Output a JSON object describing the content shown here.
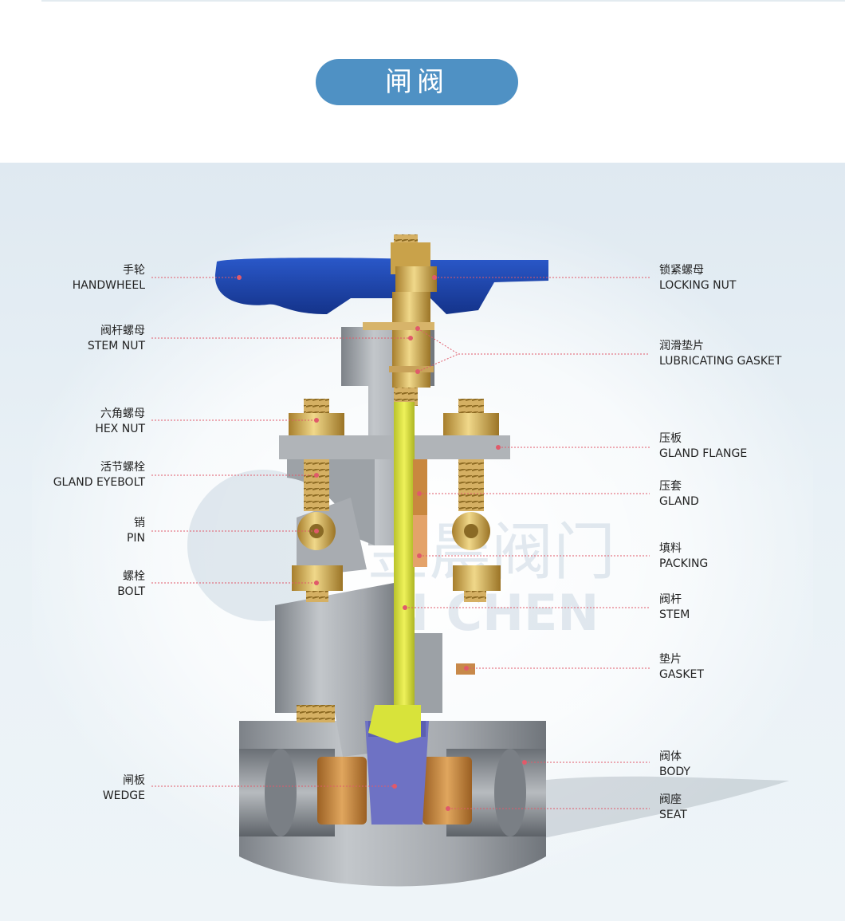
{
  "title": "闸阀",
  "labels_left": [
    {
      "cn": "手轮",
      "en": "HANDWHEEL"
    },
    {
      "cn": "阀杆螺母",
      "en": "STEM NUT"
    },
    {
      "cn": "六角螺母",
      "en": "HEX NUT"
    },
    {
      "cn": "活节螺栓",
      "en": "GLAND EYEBOLT"
    },
    {
      "cn": "销",
      "en": "PIN"
    },
    {
      "cn": "螺栓",
      "en": "BOLT"
    },
    {
      "cn": "闸板",
      "en": "WEDGE"
    }
  ],
  "labels_right": [
    {
      "cn": "锁紧螺母",
      "en": "LOCKING NUT"
    },
    {
      "cn": "润滑垫片",
      "en": "LUBRICATING GASKET"
    },
    {
      "cn": "压板",
      "en": "GLAND FLANGE"
    },
    {
      "cn": "压套",
      "en": "GLAND"
    },
    {
      "cn": "填料",
      "en": "PACKING"
    },
    {
      "cn": "阀杆",
      "en": "STEM"
    },
    {
      "cn": "垫片",
      "en": "GASKET"
    },
    {
      "cn": "阀体",
      "en": "BODY"
    },
    {
      "cn": "阀座",
      "en": "SEAT"
    }
  ],
  "watermark": {
    "cn": "金晨阀门",
    "en": "JIN CHEN"
  },
  "colors": {
    "pill": "#4f91c4",
    "handwheel": "#1f44a8",
    "stem": "#d8e33a",
    "brass": "#c9a24a",
    "bronze": "#c8894a",
    "body": "#9fa3a8",
    "wedge": "#6e72c4",
    "leader": "#e05a6a"
  }
}
